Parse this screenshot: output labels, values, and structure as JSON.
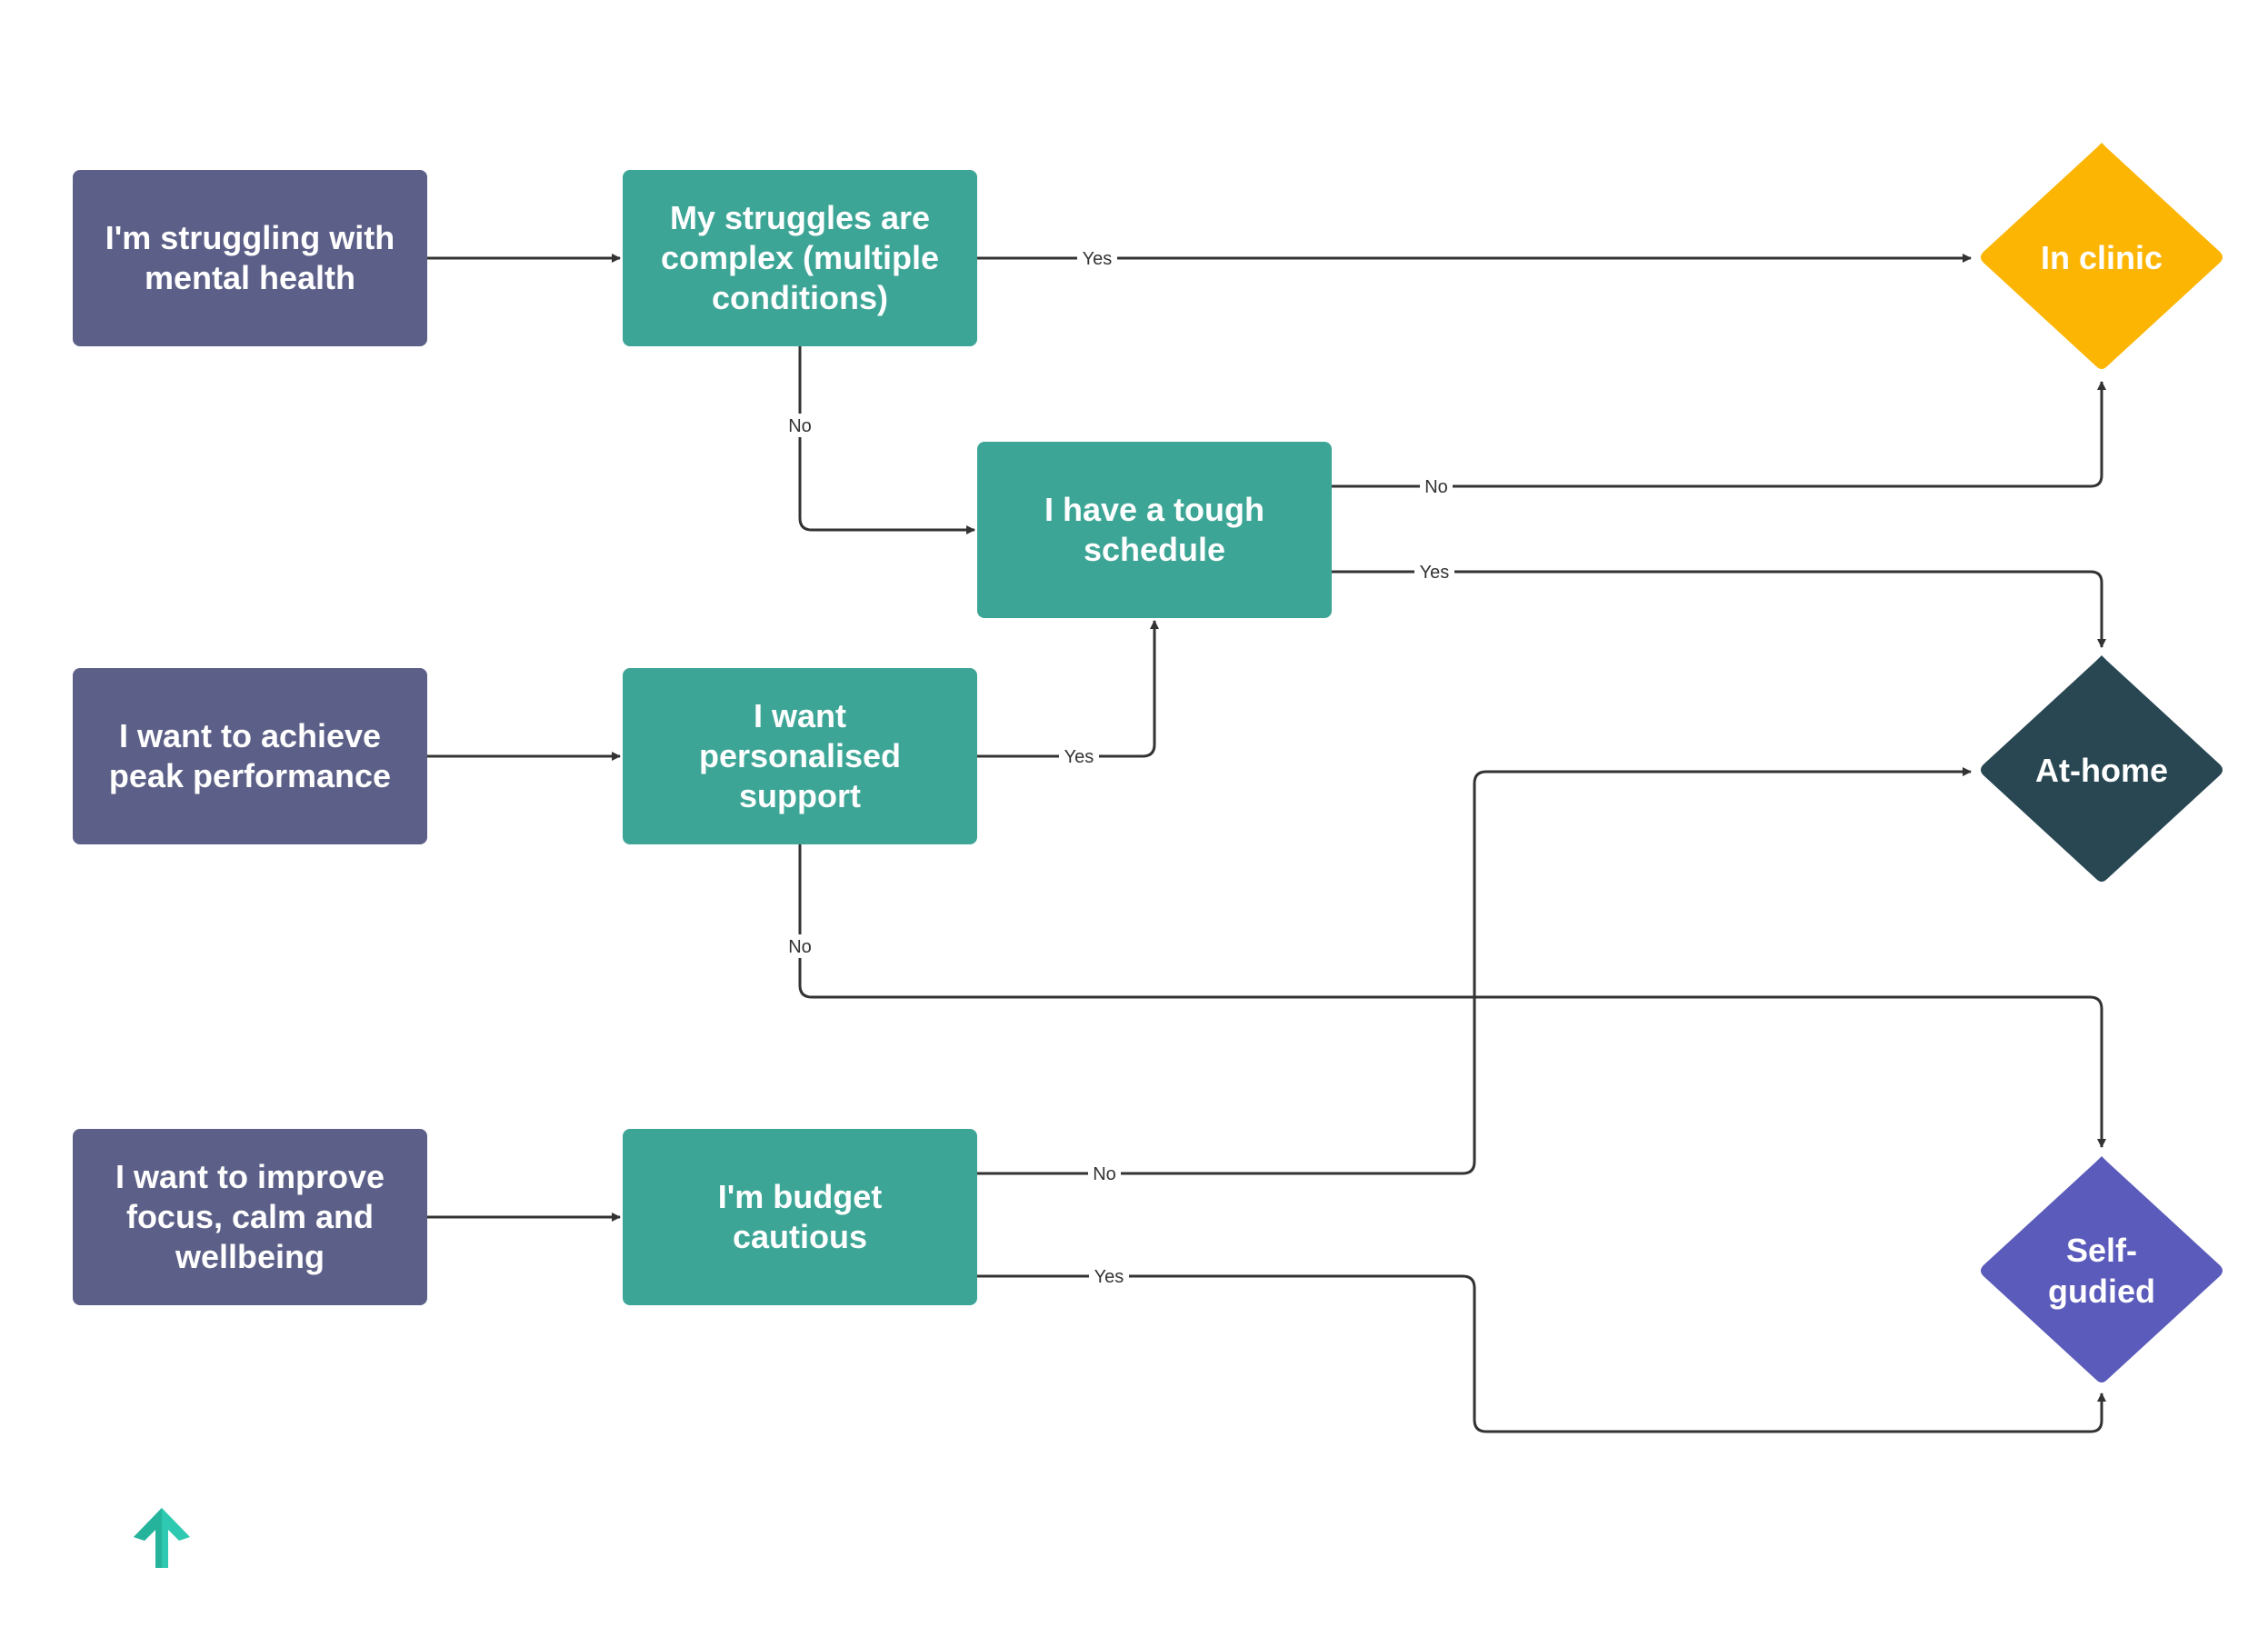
{
  "nodes": {
    "start_mental_health": "I'm struggling with mental health",
    "start_peak": "I want to achieve peak performance",
    "start_focus": "I want to improve focus, calm and wellbeing",
    "q_complex": "My struggles are complex (multiple conditions)",
    "q_schedule": "I have a tough schedule",
    "q_personalised": "I want personalised support",
    "q_budget": "I'm budget cautious"
  },
  "outcomes": {
    "in_clinic": "In clinic",
    "at_home": "At-home",
    "self_guided": "Self-gudied"
  },
  "edge_labels": {
    "complex_yes": "Yes",
    "complex_no": "No",
    "schedule_no": "No",
    "schedule_yes": "Yes",
    "personalised_yes": "Yes",
    "personalised_no": "No",
    "budget_no": "No",
    "budget_yes": "Yes"
  },
  "colors": {
    "start": "#5c5f87",
    "decision": "#3da596",
    "in_clinic": "#fdb504",
    "at_home": "#284753",
    "self_guided": "#5b5bbb",
    "connector": "#333333",
    "logo": "#2ec9b0"
  },
  "icons": {
    "logo": "upward-arrow-logo-icon"
  }
}
